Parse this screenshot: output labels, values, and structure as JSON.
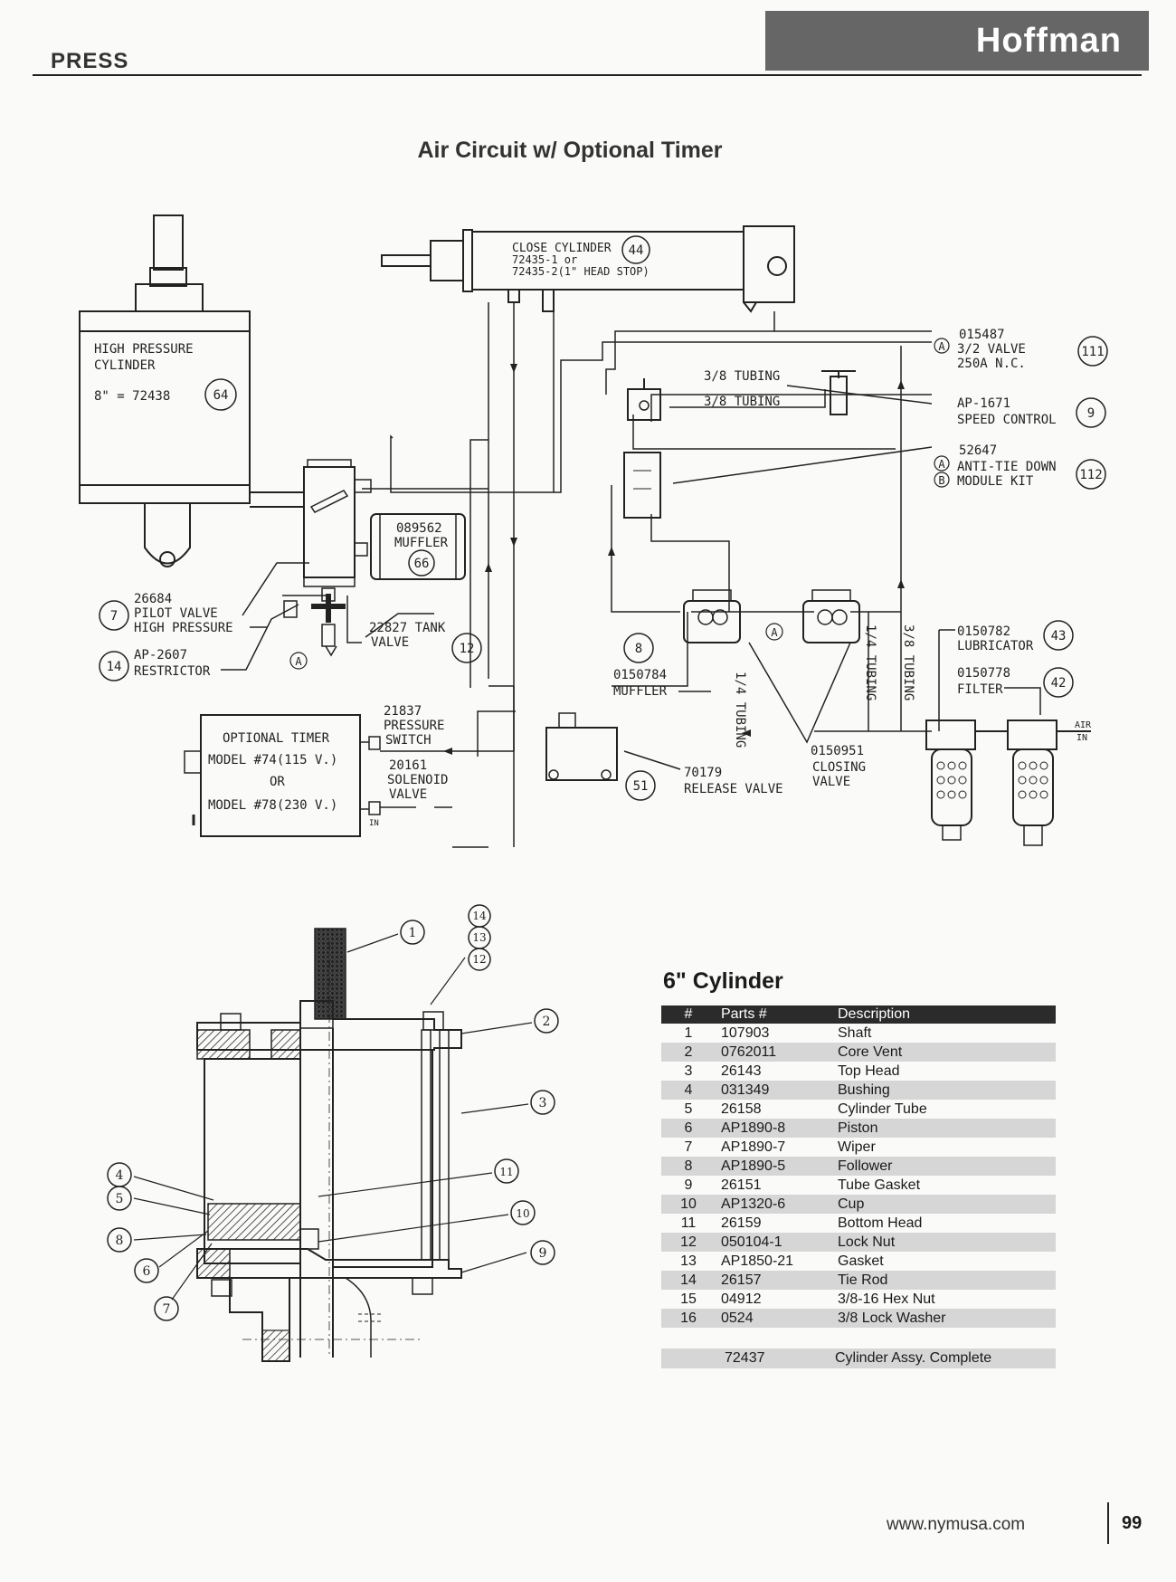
{
  "header": {
    "section": "PRESS",
    "brand": "Hoffman"
  },
  "diagram": {
    "title": "Air Circuit w/ Optional Timer",
    "labels": {
      "close_cyl_1": "CLOSE CYLINDER",
      "close_cyl_2": "72435-1 or",
      "close_cyl_3": "72435-2(1\" HEAD STOP)",
      "close_cyl_num": "44",
      "hp_cyl_1": "HIGH PRESSURE",
      "hp_cyl_2": "CYLINDER",
      "hp_cyl_3": "8\" = 72438",
      "hp_cyl_num": "64",
      "v3_1": "015487",
      "v3_2": "3/2 VALVE",
      "v3_3": "250A N.C.",
      "v3_num": "111",
      "tubing_a": "3/8 TUBING",
      "tubing_b": "3/8 TUBING",
      "sc_1": "AP-1671",
      "sc_2": "SPEED CONTROL",
      "sc_num": "9",
      "at_1": "52647",
      "at_2": "ANTI-TIE DOWN",
      "at_3": "MODULE KIT",
      "at_num": "112",
      "muf1_1": "089562",
      "muf1_2": "MUFFLER",
      "muf1_num": "66",
      "pv_1": "26684",
      "pv_2": "PILOT VALVE",
      "pv_3": "HIGH PRESSURE",
      "pv_num": "7",
      "tank_1": "22827 TANK",
      "tank_2": "VALVE",
      "tank_num": "12",
      "rest_1": "AP-2607",
      "rest_2": "RESTRICTOR",
      "rest_num": "14",
      "muf2_num": "8",
      "muf2_1": "0150784",
      "muf2_2": "MUFFLER",
      "tube14": "1/4 TUBING",
      "tube14b": "1/4 TUBING",
      "tube38": "3/8 TUBING",
      "lub_1": "0150782",
      "lub_2": "LUBRICATOR",
      "lub_num": "43",
      "fil_1": "0150778",
      "fil_2": "FILTER",
      "fil_num": "42",
      "air": "AIR",
      "air_in": "IN",
      "ps_1": "21837",
      "ps_2": "PRESSURE",
      "ps_3": "SWITCH",
      "sol_1": "20161",
      "sol_2": "SOLENOID",
      "sol_3": "VALVE",
      "sol_in": "IN",
      "timer_1": "OPTIONAL TIMER",
      "timer_2": "MODEL #74(115 V.)",
      "timer_3": "OR",
      "timer_4": "MODEL #78(230 V.)",
      "rv_1": "70179",
      "rv_2": "RELEASE VALVE",
      "rv_num": "51",
      "cv_1": "0150951",
      "cv_2": "CLOSING",
      "cv_3": "VALVE",
      "mark_a": "A",
      "mark_b": "B"
    }
  },
  "cylinder_drawing": {
    "callouts": [
      "1",
      "2",
      "3",
      "4",
      "5",
      "6",
      "7",
      "8",
      "9",
      "10",
      "11",
      "12",
      "13",
      "14"
    ]
  },
  "parts_table": {
    "title": "6\" Cylinder",
    "headers": [
      "#",
      "Parts #",
      "Description"
    ],
    "rows": [
      [
        "1",
        "107903",
        "Shaft"
      ],
      [
        "2",
        "0762011",
        "Core Vent"
      ],
      [
        "3",
        "26143",
        "Top Head"
      ],
      [
        "4",
        "031349",
        "Bushing"
      ],
      [
        "5",
        "26158",
        "Cylinder Tube"
      ],
      [
        "6",
        "AP1890-8",
        "Piston"
      ],
      [
        "7",
        "AP1890-7",
        "Wiper"
      ],
      [
        "8",
        "AP1890-5",
        "Follower"
      ],
      [
        "9",
        "26151",
        "Tube Gasket"
      ],
      [
        "10",
        "AP1320-6",
        "Cup"
      ],
      [
        "11",
        "26159",
        "Bottom Head"
      ],
      [
        "12",
        "050104-1",
        "Lock Nut"
      ],
      [
        "13",
        "AP1850-21",
        "Gasket"
      ],
      [
        "14",
        "26157",
        "Tie Rod"
      ],
      [
        "15",
        "04912",
        "3/8-16 Hex Nut"
      ],
      [
        "16",
        "0524",
        "3/8 Lock Washer"
      ]
    ],
    "assembly": {
      "part": "72437",
      "description": "Cylinder Assy. Complete"
    }
  },
  "footer": {
    "url": "www.nymusa.com",
    "page": "99"
  }
}
